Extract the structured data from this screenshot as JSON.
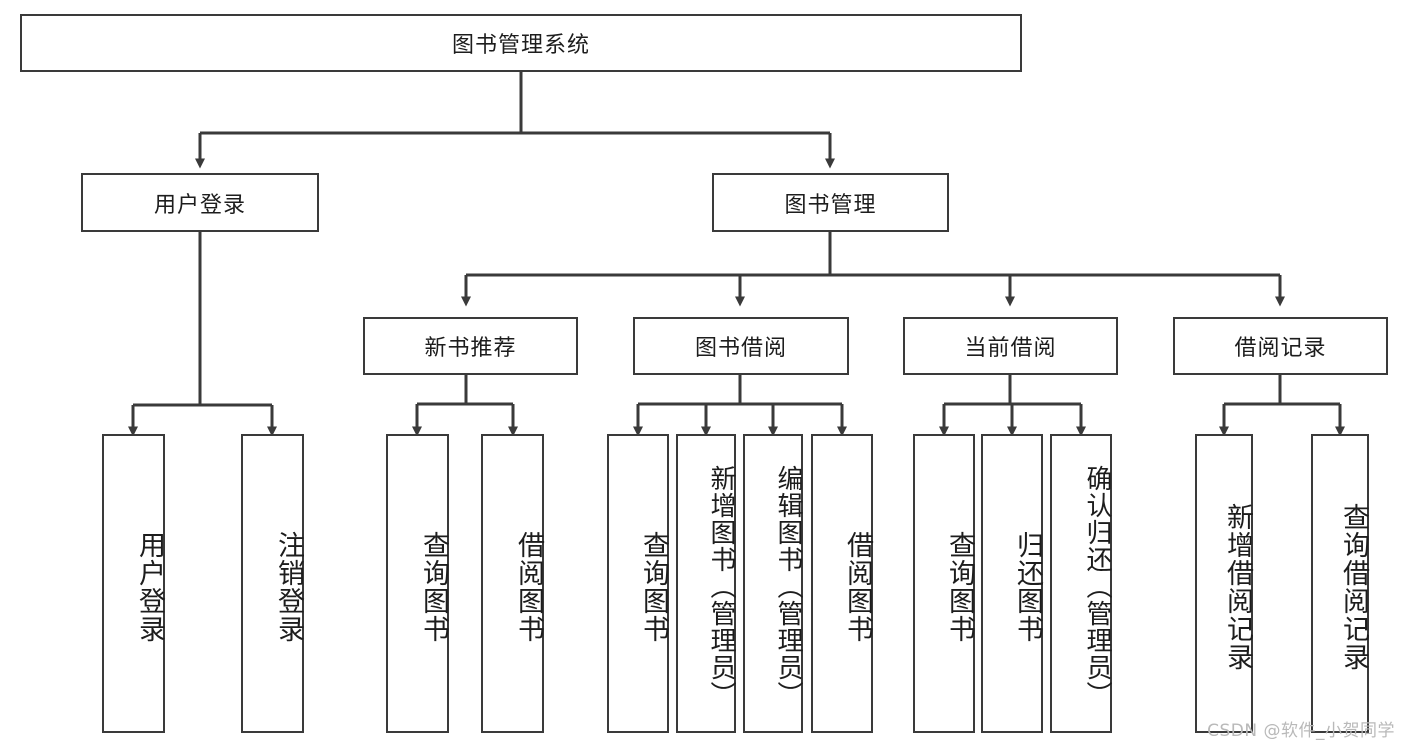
{
  "diagram": {
    "title": "图书管理系统",
    "type": "hierarchy-tree",
    "watermark": "CSDN @软件_小贺同学",
    "colors": {
      "stroke": "#3a3a3a",
      "fill": "#ffffff",
      "text": "#1d1d1d",
      "watermark": "#b9b9b9"
    },
    "nodes": {
      "root": {
        "label": "图书管理系统",
        "level": 0
      },
      "level1": [
        {
          "id": "user-login",
          "label": "用户登录"
        },
        {
          "id": "book-manage",
          "label": "图书管理"
        }
      ],
      "level2": [
        {
          "id": "new-book-recommend",
          "label": "新书推荐"
        },
        {
          "id": "book-borrow",
          "label": "图书借阅"
        },
        {
          "id": "current-borrow",
          "label": "当前借阅"
        },
        {
          "id": "borrow-record",
          "label": "借阅记录"
        }
      ],
      "leaves": {
        "user_login": [
          {
            "id": "leaf-user-login",
            "label": "用户登录"
          },
          {
            "id": "leaf-logout",
            "label": "注销登录"
          }
        ],
        "new_book_recommend": [
          {
            "id": "leaf-query-book-1",
            "label": "查询图书"
          },
          {
            "id": "leaf-borrow-book-1",
            "label": "借阅图书"
          }
        ],
        "book_borrow": [
          {
            "id": "leaf-query-book-2",
            "label": "查询图书"
          },
          {
            "id": "leaf-add-book",
            "label": "新增图书（管理员）"
          },
          {
            "id": "leaf-edit-book",
            "label": "编辑图书（管理员）"
          },
          {
            "id": "leaf-borrow-book-2",
            "label": "借阅图书"
          }
        ],
        "current_borrow": [
          {
            "id": "leaf-query-book-3",
            "label": "查询图书"
          },
          {
            "id": "leaf-return-book",
            "label": "归还图书"
          },
          {
            "id": "leaf-confirm-return",
            "label": "确认归还（管理员）"
          }
        ],
        "borrow_record": [
          {
            "id": "leaf-add-record",
            "label": "新增借阅记录"
          },
          {
            "id": "leaf-query-record",
            "label": "查询借阅记录"
          }
        ]
      }
    }
  }
}
